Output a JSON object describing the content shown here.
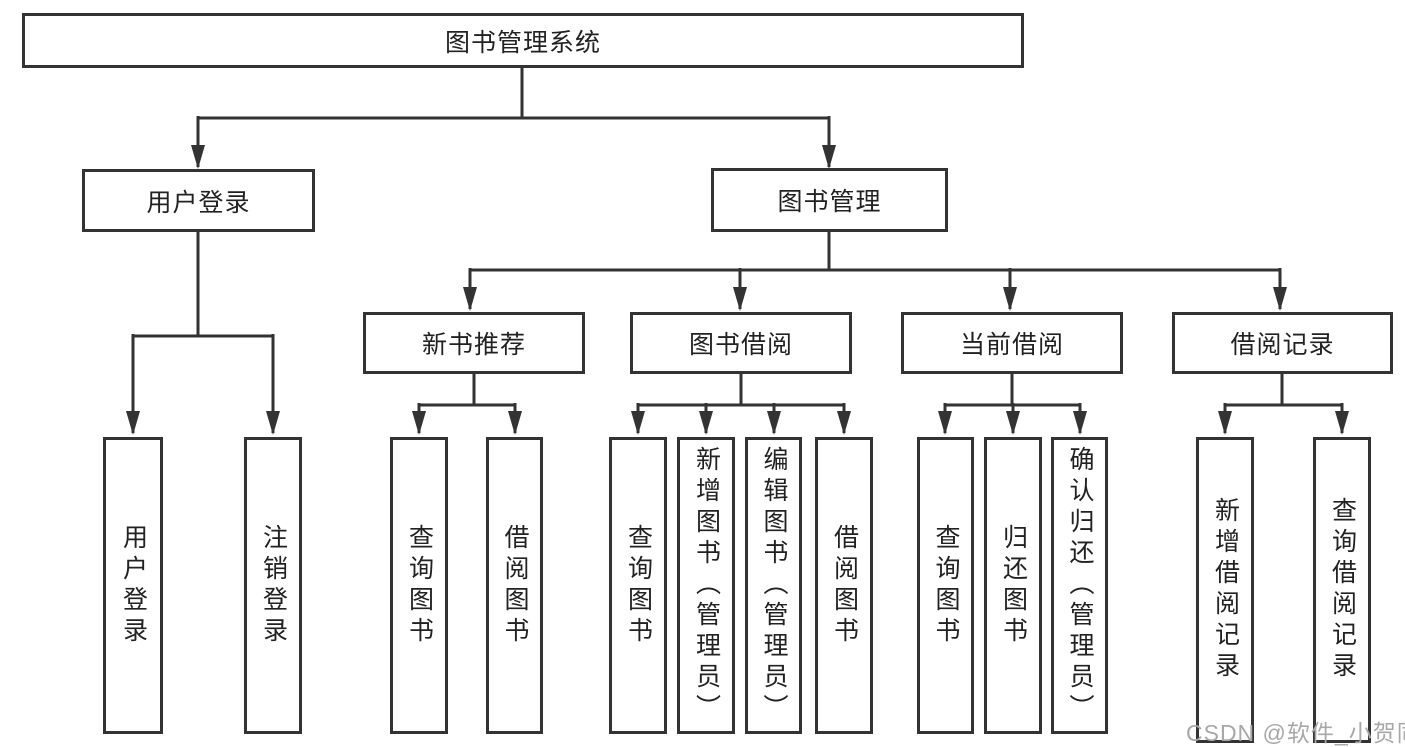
{
  "diagram": {
    "title": "图书管理系统",
    "nodes": {
      "root": "图书管理系统",
      "user_login": "用户登录",
      "book_mgmt": "图书管理",
      "new_books": "新书推荐",
      "book_borrow": "图书借阅",
      "current_borrow": "当前借阅",
      "borrow_records": "借阅记录"
    },
    "leaves": {
      "user_login": [
        "用户登录",
        "注销登录"
      ],
      "new_books": [
        "查询图书",
        "借阅图书"
      ],
      "book_borrow": [
        "查询图书",
        "新增图书（管理员）",
        "编辑图书（管理员）",
        "借阅图书"
      ],
      "current_borrow": [
        "查询图书",
        "归还图书",
        "确认归还（管理员）"
      ],
      "borrow_records": [
        "新增借阅记录",
        "查询借阅记录"
      ]
    }
  },
  "watermark": "CSDN @软件_小贺同学",
  "colors": {
    "line": "#333333",
    "text": "#222222",
    "watermark": "#a8a8a8",
    "background": "#ffffff"
  }
}
